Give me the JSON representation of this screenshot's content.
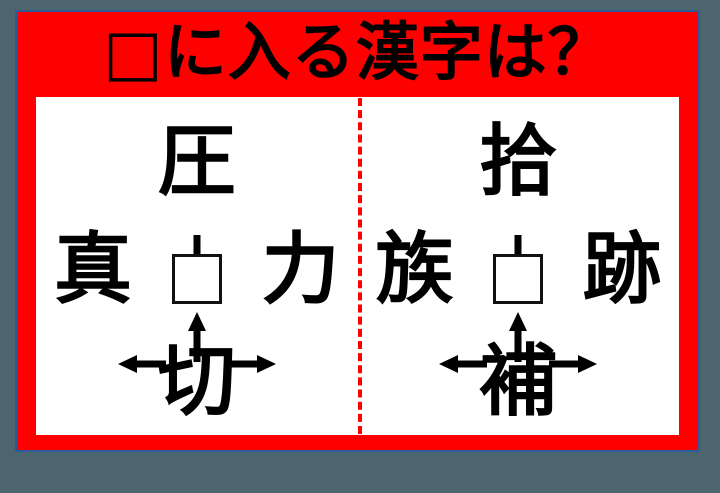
{
  "background_color": "#4d666e",
  "card": {
    "border_color": "#2e5b9a",
    "fill_color": "#ff0000"
  },
  "banner": {
    "background_color": "#ff0000",
    "text_color": "#000000",
    "title": "□に入る漢字は？"
  },
  "divider": {
    "color": "#ff0000",
    "style": "dashed"
  },
  "puzzles": [
    {
      "id": "left",
      "top": "圧",
      "left": "真",
      "right": "力",
      "bottom": "切",
      "center": "",
      "arrows": {
        "top": "arrow-down",
        "left": "arrow-left",
        "right": "arrow-right",
        "bottom": "arrow-up"
      }
    },
    {
      "id": "right",
      "top": "拾",
      "left": "族",
      "right": "跡",
      "bottom": "補",
      "center": "",
      "arrows": {
        "top": "arrow-down",
        "left": "arrow-left",
        "right": "arrow-right",
        "bottom": "arrow-up"
      }
    }
  ]
}
